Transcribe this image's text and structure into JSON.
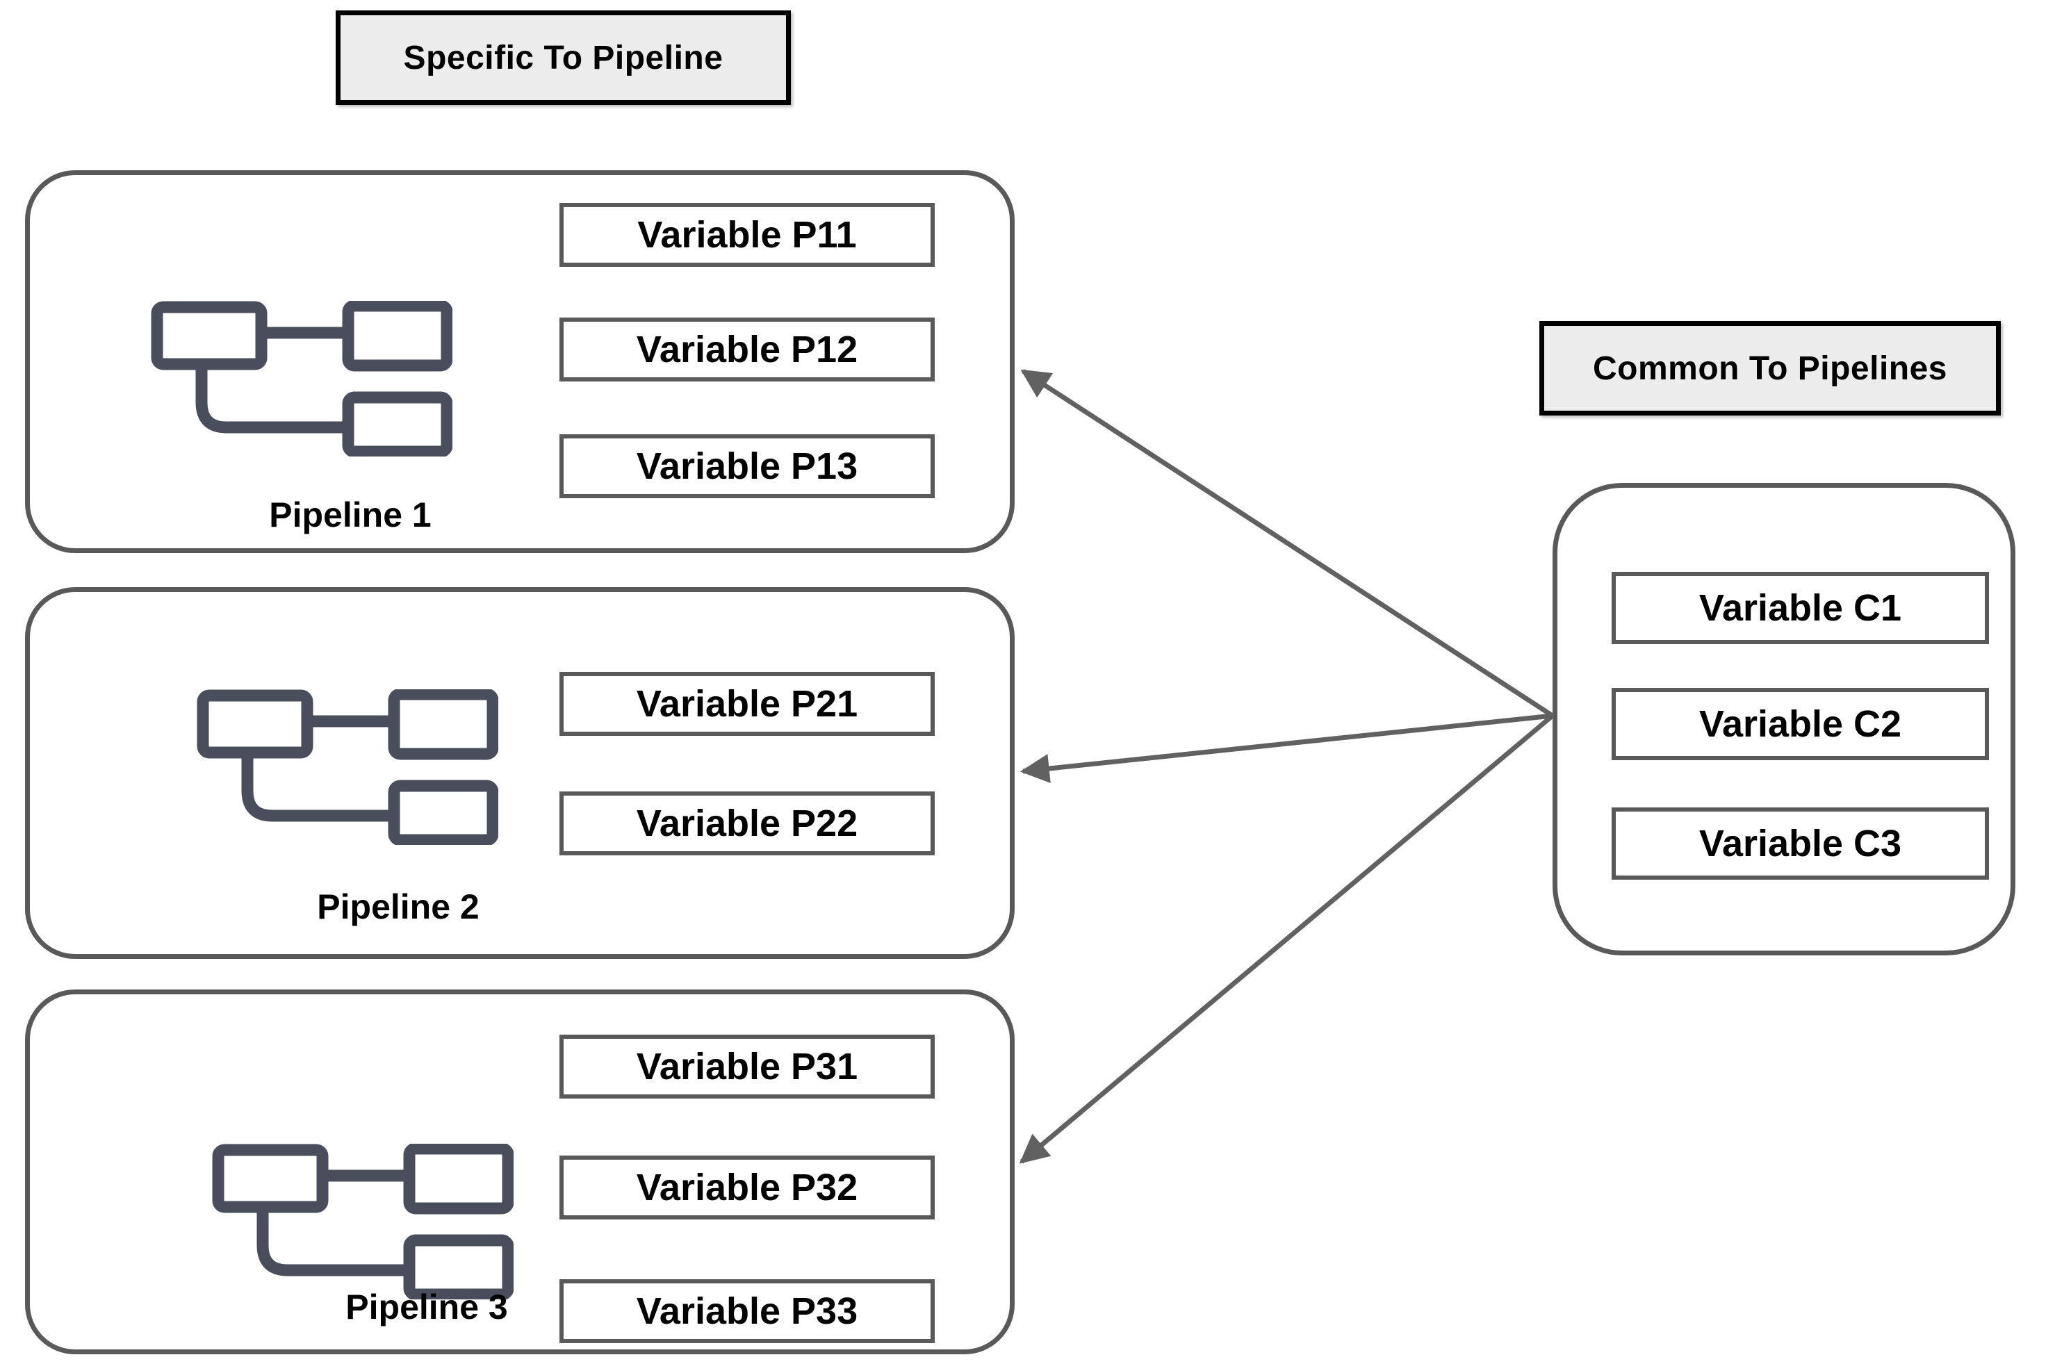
{
  "headers": {
    "specific": "Specific To Pipeline",
    "common": "Common To Pipelines"
  },
  "pipelines": [
    {
      "label": "Pipeline 1",
      "variables": [
        "Variable P11",
        "Variable P12",
        "Variable P13"
      ]
    },
    {
      "label": "Pipeline 2",
      "variables": [
        "Variable P21",
        "Variable P22"
      ]
    },
    {
      "label": "Pipeline 3",
      "variables": [
        "Variable P31",
        "Variable P32",
        "Variable P33"
      ]
    }
  ],
  "common": {
    "variables": [
      "Variable C1",
      "Variable C2",
      "Variable C3"
    ]
  },
  "icons": {
    "pipeline_icon": "pipeline-flow-icon"
  },
  "colors": {
    "background": "#ffffff",
    "card_border": "#595959",
    "box_border": "#595959",
    "header_bg": "#ececec",
    "header_border": "#000000",
    "arrow": "#616161",
    "icon": "#494d5c",
    "text": "#000000"
  }
}
